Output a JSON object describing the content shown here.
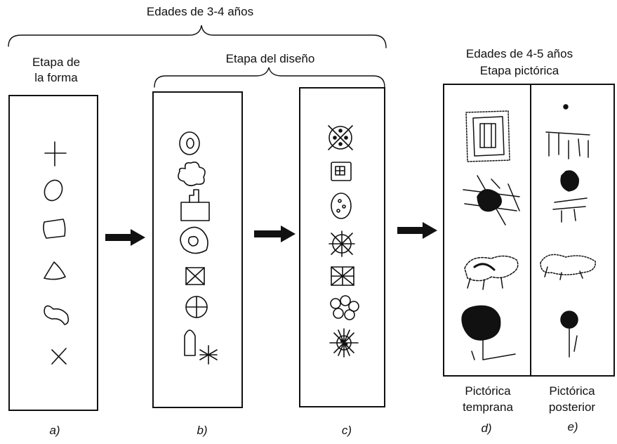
{
  "headers": {
    "age_34": "Edades de 3-4 años",
    "form_stage_line1": "Etapa de",
    "form_stage_line2": "la forma",
    "design_stage": "Etapa del diseño",
    "age_45": "Edades de 4-5 años",
    "pictorial_stage": "Etapa pictórica"
  },
  "subcaptions": {
    "early_line1": "Pictórica",
    "early_line2": "temprana",
    "late_line1": "Pictórica",
    "late_line2": "posterior"
  },
  "panel_labels": [
    "a)",
    "b)",
    "c)",
    "d)",
    "e)"
  ],
  "panels": [
    {
      "id": "a",
      "shapes": [
        "cross",
        "oval",
        "square",
        "triangle",
        "blob",
        "x-mark"
      ]
    },
    {
      "id": "b",
      "shapes": [
        "concentric-oval",
        "lobed-blob",
        "tower",
        "blob-in-blob",
        "boxed-x",
        "circled-cross",
        "rocket-star"
      ]
    },
    {
      "id": "c",
      "shapes": [
        "circled-x-dots",
        "square-in-square",
        "oval-dots",
        "sun-star",
        "boxed-star",
        "flower",
        "radial-sun"
      ]
    },
    {
      "id": "d",
      "drawings": [
        "building",
        "scribble-figure",
        "animal",
        "tree"
      ]
    },
    {
      "id": "e",
      "drawings": [
        "fence",
        "person",
        "animal",
        "flower"
      ]
    }
  ]
}
